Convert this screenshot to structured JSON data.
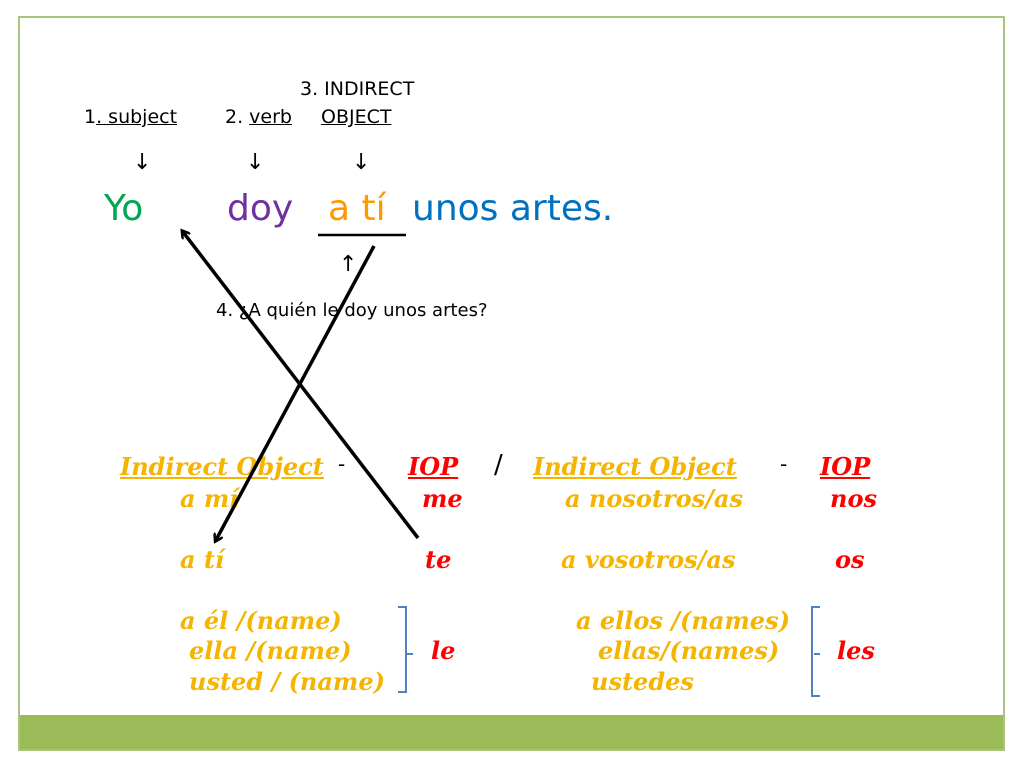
{
  "header": {
    "label3_line1": "3. INDIRECT",
    "label1_num": "1",
    "label1_text": ". subject",
    "label2_num": "2. ",
    "label2_text": "verb",
    "label3_line2": "OBJECT",
    "down_arrow": "↓",
    "up_arrow": "↑"
  },
  "sentence": {
    "subject": "Yo",
    "verb": "doy",
    "indirect_object": "a tí",
    "rest": "unos artes."
  },
  "question": "4. ¿A quién le doy unos artes?",
  "table": {
    "left_header": "Indirect Object ",
    "dash1": "-",
    "iop1": "IOP",
    "slash": "/",
    "right_header": "Indirect Object ",
    "dash2": "-",
    "iop2": "IOP",
    "rows": [
      {
        "io": "a mí",
        "iop": "me",
        "io_pl": "a nosotros/as",
        "iop_pl": "nos"
      },
      {
        "io": "a tí",
        "iop": "te",
        "io_pl": "a vosotros/as",
        "iop_pl": "os"
      }
    ],
    "third_person": {
      "singular": [
        "a él  /(name)",
        "ella /(name)",
        "usted / (name)"
      ],
      "singular_iop": "le",
      "plural": [
        "a ellos /(names)",
        "ellas/(names)",
        "ustedes"
      ],
      "plural_iop": "les"
    }
  },
  "colors": {
    "subject": "#00a651",
    "verb": "#7030a0",
    "indirect_object": "#ff9900",
    "rest": "#0070c0",
    "io_column": "#f4b400",
    "iop_column": "#ff0000",
    "frame": "#9bbb59"
  }
}
